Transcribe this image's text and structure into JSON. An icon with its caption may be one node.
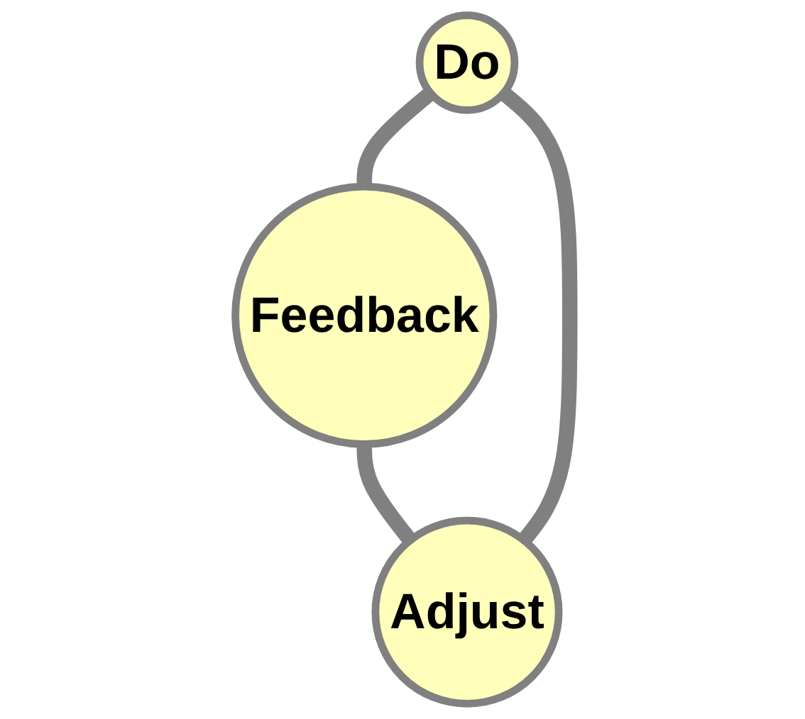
{
  "diagram": {
    "nodes": [
      {
        "text": [
          "Do"
        ]
      },
      {
        "text": [
          "Adjust"
        ]
      },
      {
        "text": [
          "Feedback"
        ]
      }
    ],
    "edges": [
      {
        "from": 0,
        "to": 2,
        "arrow": "none"
      },
      {
        "from": 2,
        "to": 1,
        "arrow": "none"
      },
      {
        "from": 1,
        "to": 0,
        "arrow": "none"
      }
    ]
  }
}
